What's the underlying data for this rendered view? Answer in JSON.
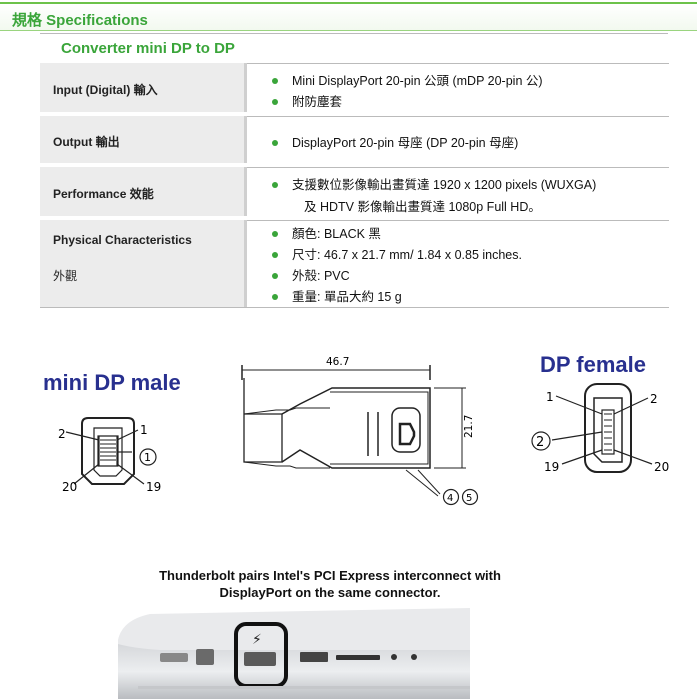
{
  "header": {
    "title": "規格 Specifications"
  },
  "product": {
    "title": "Converter mini DP to DP"
  },
  "specs": [
    {
      "label": "Input (Digital)  輸入",
      "bullets": [
        "Mini DisplayPort 20-pin 公頭  (mDP 20-pin 公)",
        "附防塵套"
      ]
    },
    {
      "label": "Output  輸出",
      "bullets": [
        "DisplayPort 20-pin  母座  (DP 20-pin 母座)"
      ]
    },
    {
      "label": "Performance  效能",
      "bullets": [
        "支援數位影像輸出畫質達 1920 x 1200 pixels (WUXGA)"
      ],
      "continuation": "及 HDTV 影像輸出畫質達 1080p Full HD。"
    },
    {
      "label": "Physical Characteristics",
      "label2": "外觀",
      "bullets": [
        "顏色: BLACK 黑",
        "尺寸: 46.7 x 21.7 mm/ 1.84 x 0.85 inches.",
        "外殼: PVC",
        "重量:  單品大約  15 g"
      ]
    }
  ],
  "diagram": {
    "male_title": "mini DP male",
    "female_title": "DP female",
    "dim_width": "46.7",
    "dim_height": "21.7",
    "male_pins": [
      "2",
      "1",
      "20",
      "19"
    ],
    "male_callout": "1",
    "female_pins": [
      "1",
      "2",
      "19",
      "20"
    ],
    "female_callout": "2",
    "side_callouts": [
      "4",
      "5"
    ]
  },
  "caption": {
    "line1": "Thunderbolt pairs Intel's PCI Express interconnect with",
    "line2": "DisplayPort on the same connector."
  },
  "colors": {
    "accent": "#3aa53a",
    "title_blue": "#28308f"
  }
}
